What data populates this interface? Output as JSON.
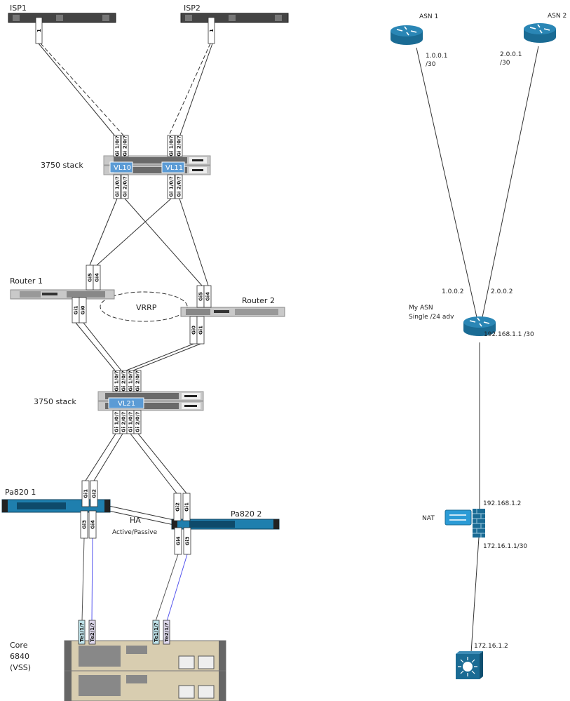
{
  "left": {
    "isp1": "ISP1",
    "isp2": "ISP2",
    "isp_port": "1",
    "stack1_label": "3750 stack",
    "stack1_ports_top": [
      "Gi 1/0/?",
      "Gi 2/0/?",
      "Gi 1/0/?",
      "Gi 2/0/?"
    ],
    "stack1_ports_bottom": [
      "Gi 1/0/?",
      "Gi 2/0/?",
      "Gi 1/0/?",
      "Gi 2/0/?"
    ],
    "vlan_a": "VL10",
    "vlan_b": "VL11",
    "router1": "Router 1",
    "router1_ports_top": [
      "Gi5",
      "Gi4"
    ],
    "router1_ports_bottom": [
      "Gi1",
      "Gi0"
    ],
    "router2": "Router 2",
    "router2_ports_top": [
      "Gi5",
      "Gi4"
    ],
    "router2_ports_bottom": [
      "Gi0",
      "Gi1"
    ],
    "vrrp": "VRRP",
    "stack2_label": "3750 stack",
    "stack2_ports_top": [
      "Gi 1/0/?",
      "Gi 2/0/?",
      "Gi 1/0/?",
      "Gi 2/0/?"
    ],
    "stack2_ports_bottom": [
      "Gi 1/0/?",
      "Gi 2/0/?",
      "Gi 1/0/?",
      "Gi 2/0/?"
    ],
    "vlan_c": "VL21",
    "pa1": "Pa820 1",
    "pa1_ports_top": [
      "Gi1",
      "Gi2"
    ],
    "pa1_ports_bottom": [
      "Gi3",
      "Gi4"
    ],
    "pa2": "Pa820 2",
    "pa2_ports_top": [
      "Gi2",
      "Gi1"
    ],
    "pa2_ports_bottom": [
      "Gi4",
      "Gi3"
    ],
    "ha": "HA",
    "ha_mode": "Active/Passive",
    "core_ports": [
      "Te1/1/?",
      "Te2/1/?",
      "Te1/1/?",
      "Te2/1/?"
    ],
    "core_line1": "Core",
    "core_line2": "6840",
    "core_line3": "(VSS)"
  },
  "right": {
    "asn1": "ASN 1",
    "asn1_ip": "1.0.0.1",
    "asn1_mask": "/30",
    "asn2": "ASN 2",
    "asn2_ip": "2.0.0.1",
    "asn2_mask": "/30",
    "my_ip1": "1.0.0.2",
    "my_ip2": "2.0.0.2",
    "my_asn": "My ASN",
    "my_asn_adv": "Single /24 adv",
    "my_down_ip": "192.168.1.1 /30",
    "fw_up_ip": "192.168.1.2",
    "nat": "NAT",
    "fw_down_ip": "172.16.1.1/30",
    "switch_ip": "172.16.1.2"
  },
  "colors": {
    "cisco_blue": "#1a6b94",
    "vlan_blue": "#5b9bd5",
    "pa_blue": "#1f7fae",
    "te1_port": "#bfe3ea",
    "te2_port": "#dcd6ea",
    "blue_link": "#5555ee",
    "chassis_beige": "#d8cdb0"
  }
}
